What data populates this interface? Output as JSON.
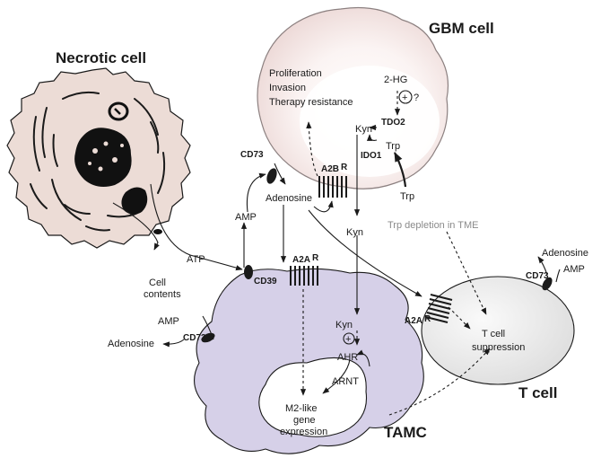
{
  "cells": {
    "necrotic": "Necrotic cell",
    "gbm": "GBM cell",
    "tamc": "TAMC",
    "tcell": "T cell"
  },
  "gbm_effects": [
    "Proliferation",
    "Invasion",
    "Therapy resistance"
  ],
  "metabolites": {
    "two_hg": "2-HG",
    "plus": "+",
    "question": "?",
    "kyn": "Kyn",
    "trp": "Trp",
    "adenosine": "Adenosine",
    "amp": "AMP",
    "atp": "ATP",
    "cell_contents_1": "Cell",
    "cell_contents_2": "contents"
  },
  "enzymes": {
    "tdo2": "TDO2",
    "ido1": "IDO1",
    "cd73": "CD73",
    "cd39": "CD39",
    "ahr": "AHR",
    "arnt": "ARNT"
  },
  "receptors": {
    "a2b": "A2B",
    "a2a": "A2A",
    "r": "R"
  },
  "annotations": {
    "trp_depletion": "Trp depletion in TME",
    "tcell_supp_1": "T cell",
    "tcell_supp_2": "suppression",
    "m2_1": "M2-like",
    "m2_2": "gene",
    "m2_3": "expression"
  },
  "colors": {
    "necrotic_fill": "#ecdcd6",
    "gbm_fill": "#f3e5e4",
    "tamc_fill": "#d6d0e8",
    "tcell_fill": "#e9e9e9",
    "text": "#1a1a1a",
    "grey_text": "#8a8a8a"
  }
}
